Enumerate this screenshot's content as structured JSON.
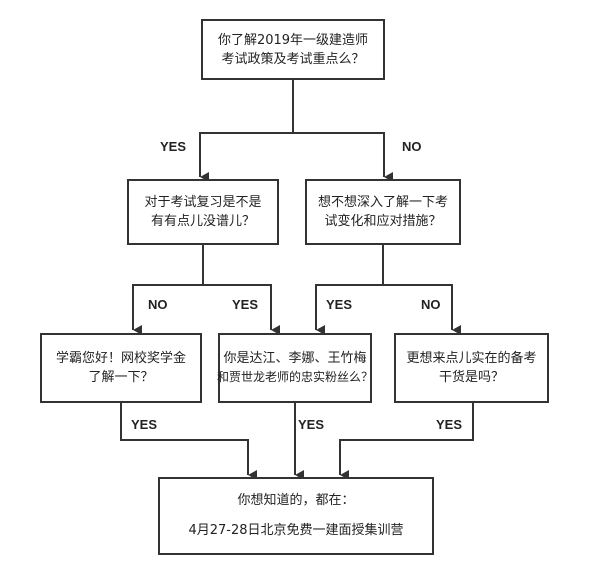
{
  "nodes": {
    "q1": [
      "你了解2019年一级建造师",
      "考试政策及考试重点么？"
    ],
    "q2": [
      "对于考试复习是不是",
      "有有点儿没谱儿？"
    ],
    "q3": [
      "想不想深入了解一下考",
      "试变化和应对措施？"
    ],
    "q4": [
      "学霸您好！网校奖学金",
      "了解一下？"
    ],
    "q5": [
      "你是达江、李娜、王竹梅",
      "和贾世龙老师的忠实粉丝么？"
    ],
    "q6": [
      "更想来点儿实在的备考",
      "干货是吗？"
    ],
    "final": [
      "你想知道的，都在：",
      "4月27-28日北京免费一建面授集训营"
    ]
  },
  "labels": {
    "yes": "YES",
    "no": "NO"
  }
}
